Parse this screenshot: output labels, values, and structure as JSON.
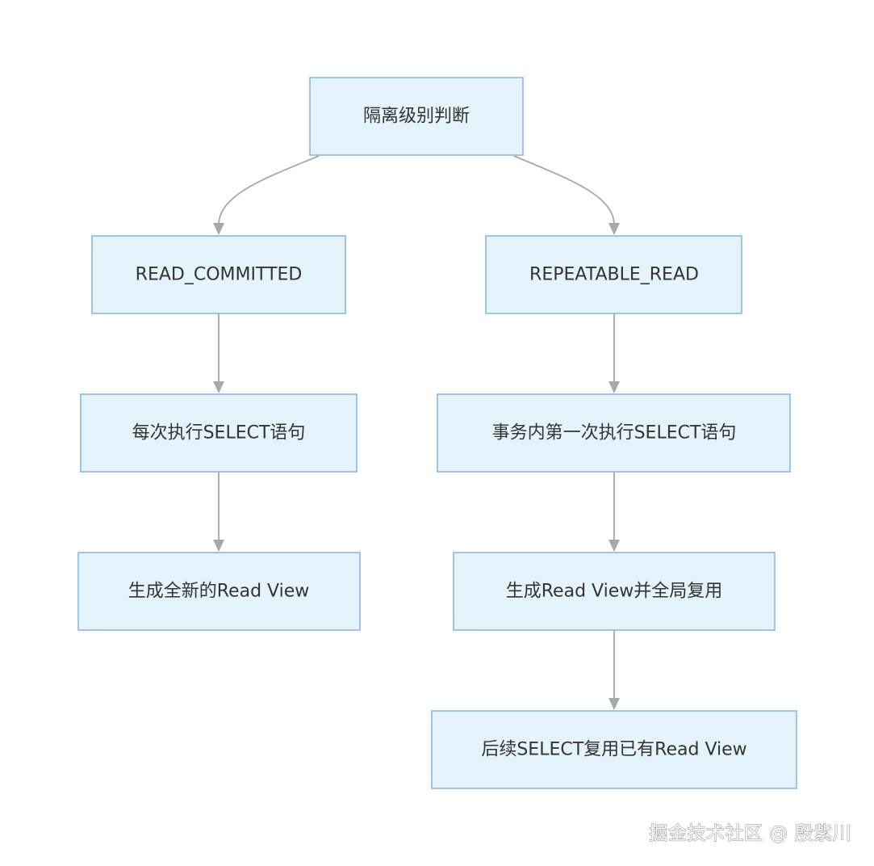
{
  "diagram": {
    "nodes": {
      "root": "隔离级别判断",
      "rc": "READ_COMMITTED",
      "rr": "REPEATABLE_READ",
      "rc_select": "每次执行SELECT语句",
      "rr_select": "事务内第一次执行SELECT语句",
      "rc_view": "生成全新的Read View",
      "rr_view": "生成Read View并全局复用",
      "rr_reuse": "后续SELECT复用已有Read View"
    },
    "edges": [
      [
        "root",
        "rc"
      ],
      [
        "root",
        "rr"
      ],
      [
        "rc",
        "rc_select"
      ],
      [
        "rc_select",
        "rc_view"
      ],
      [
        "rr",
        "rr_select"
      ],
      [
        "rr_select",
        "rr_view"
      ],
      [
        "rr_view",
        "rr_reuse"
      ]
    ],
    "colors": {
      "node_fill": "#e5f3fc",
      "node_border": "#8ab8e6",
      "edge": "#a8a8a8",
      "text": "#333333"
    }
  },
  "watermark": "掘金技术社区 @ 殷紫川"
}
